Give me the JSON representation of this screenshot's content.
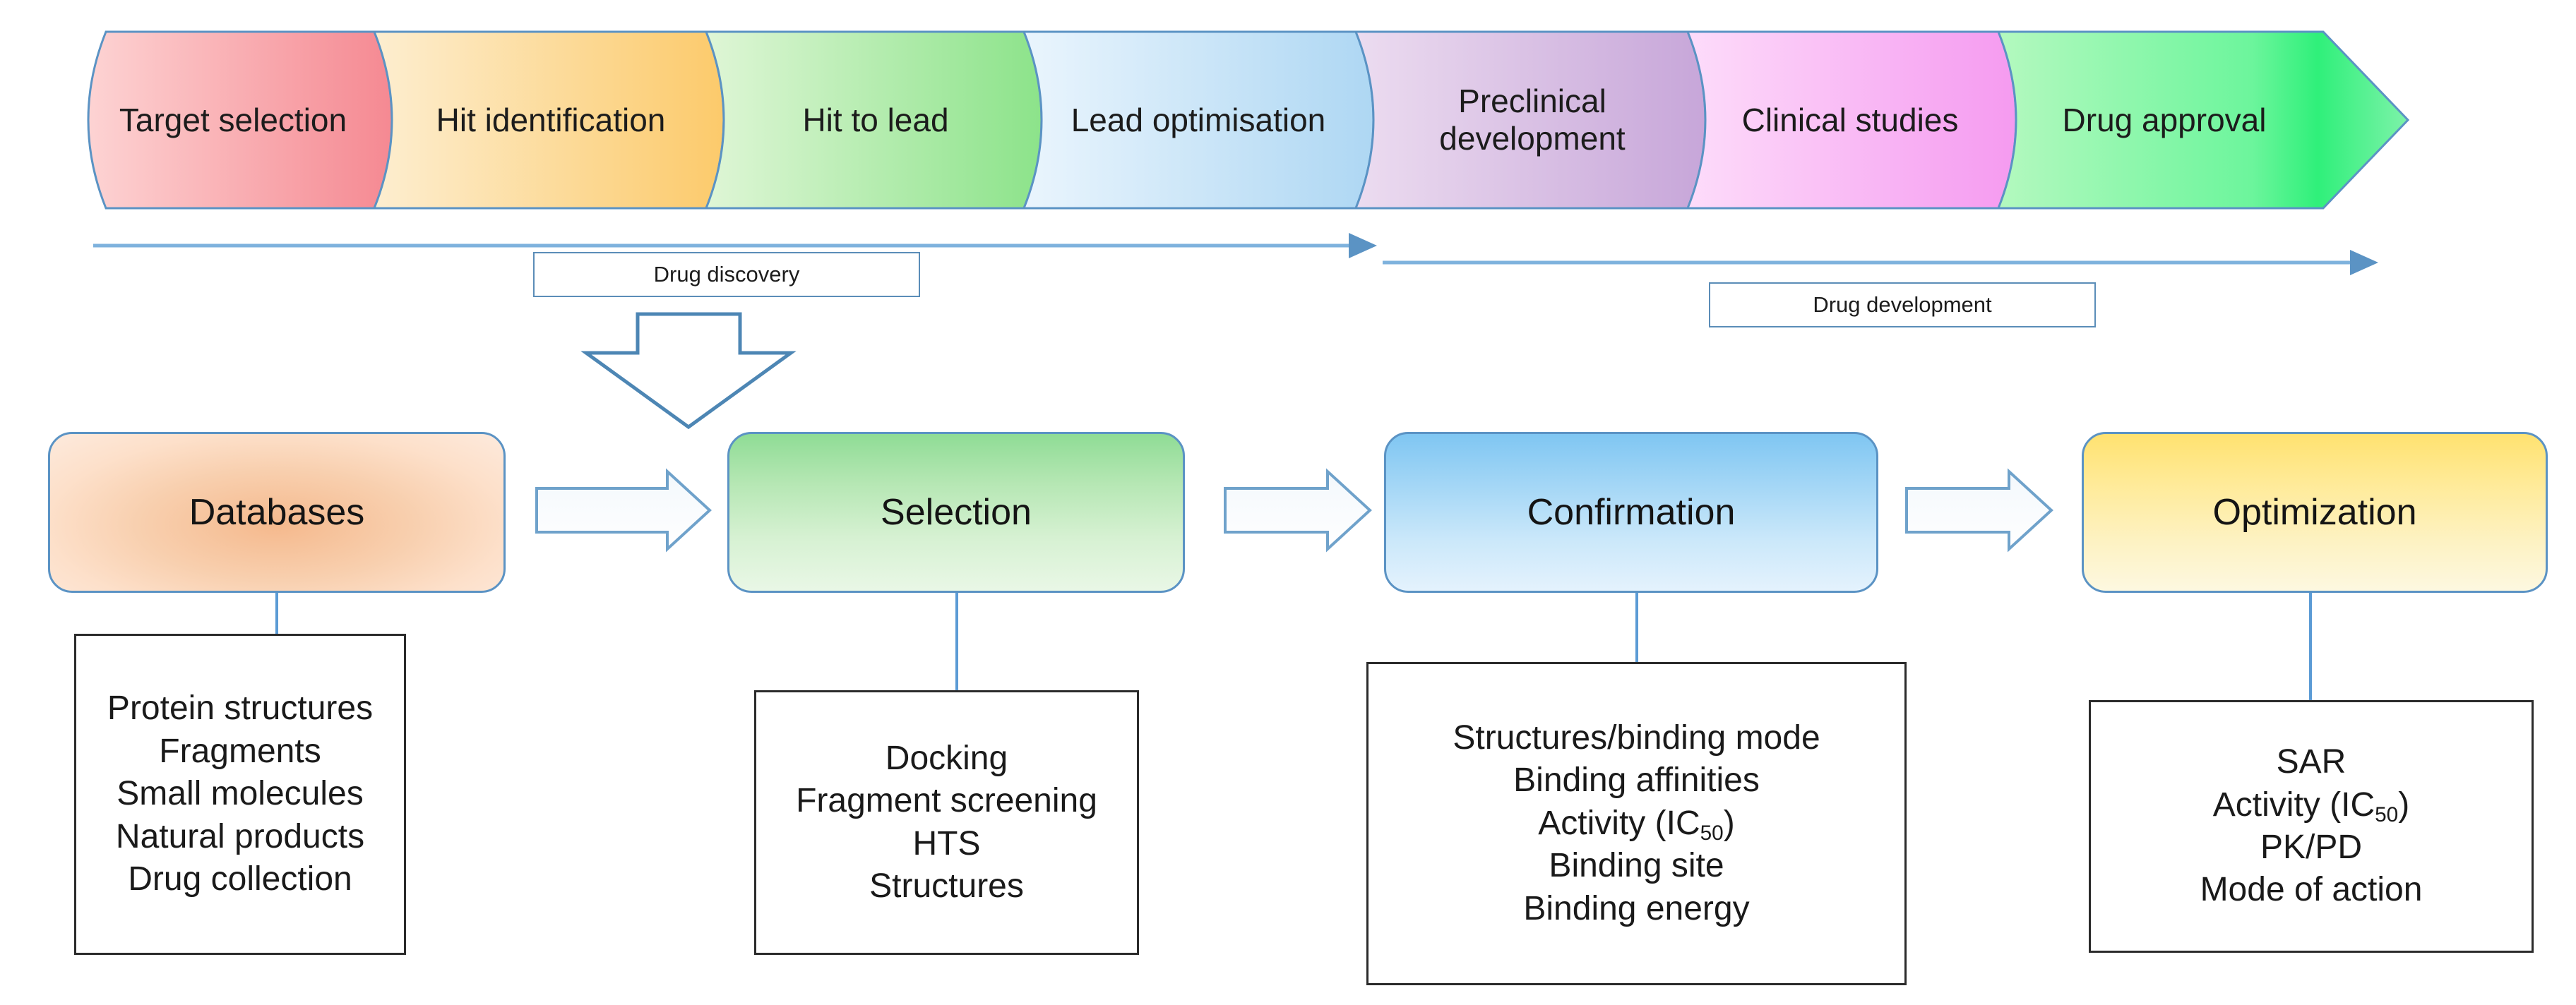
{
  "pipeline": {
    "stages": [
      {
        "label": "Target selection",
        "color_light": "#fdd3d3",
        "color_dark": "#f58992"
      },
      {
        "label": "Hit identification",
        "color_light": "#fdedc9",
        "color_dark": "#fcca6b"
      },
      {
        "label": "Hit to lead",
        "color_light": "#dcf5d3",
        "color_dark": "#8ce38a"
      },
      {
        "label": "Lead optimisation",
        "color_light": "#e2f1fc",
        "color_dark": "#aed7f3"
      },
      {
        "label": "Preclinical\ndevelopment",
        "line1": "Preclinical",
        "line2": "development",
        "color_light": "#ead8ee",
        "color_dark": "#c7a6d9"
      },
      {
        "label": "Clinical studies",
        "color_light": "#fbd6f8",
        "color_dark": "#f59af0"
      },
      {
        "label": "Drug approval",
        "color_light": "#a8f7b4",
        "color_dark": "#2ff07a"
      }
    ]
  },
  "phases": [
    {
      "label": "Drug discovery"
    },
    {
      "label": "Drug development"
    }
  ],
  "flow": {
    "cards": [
      {
        "name": "databases",
        "label": "Databases"
      },
      {
        "name": "selection",
        "label": "Selection"
      },
      {
        "name": "confirmation",
        "label": "Confirmation"
      },
      {
        "name": "optimization",
        "label": "Optimization"
      }
    ],
    "details": [
      {
        "owner": "Databases",
        "items": [
          "Protein structures",
          "Fragments",
          "Small molecules",
          "Natural products",
          "Drug collection"
        ]
      },
      {
        "owner": "Selection",
        "items": [
          "Docking",
          "Fragment screening",
          "HTS",
          "Structures"
        ]
      },
      {
        "owner": "Confirmation",
        "items": [
          "Structures/binding mode",
          "Binding affinities",
          "Activity (IC50)",
          "Binding site",
          "Binding energy"
        ]
      },
      {
        "owner": "Optimization",
        "items": [
          "SAR",
          "Activity (IC50)",
          "PK/PD",
          "Mode of action"
        ]
      }
    ]
  },
  "colors": {
    "stroke_blue": "#5b93c4",
    "timeline_blue": "#7eb2dd",
    "detail_border": "#2b2b2b"
  }
}
